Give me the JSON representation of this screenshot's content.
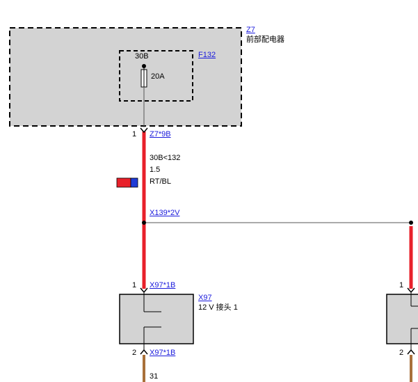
{
  "zones": {
    "z7": {
      "id": "Z7",
      "name": "前部配电器"
    },
    "x97": {
      "id": "X97",
      "name": "12 V 接头 1"
    }
  },
  "fuse": {
    "id": "F132",
    "terminal": "30B",
    "rating": "20A"
  },
  "pins": {
    "z7_pin": "1",
    "x97_in_pin": "1",
    "x97_out_pin": "2",
    "right_in_pin": "1",
    "right_out_pin": "2"
  },
  "connectors": {
    "z7_9b": "Z7*9B",
    "x139_2v": "X139*2V",
    "x97_1b_top": "X97*1B",
    "x97_1b_bottom": "X97*1B"
  },
  "wire": {
    "signal": "30B<132",
    "gauge": "1.5",
    "color_code": "RT/BL",
    "ground_label": "31"
  },
  "colors": {
    "wire_red": "#e8202a",
    "wire_blue": "#1f3bd6",
    "wire_brown": "#a8703a",
    "zone_fill": "#d3d3d3",
    "link": "#1a1adc"
  }
}
